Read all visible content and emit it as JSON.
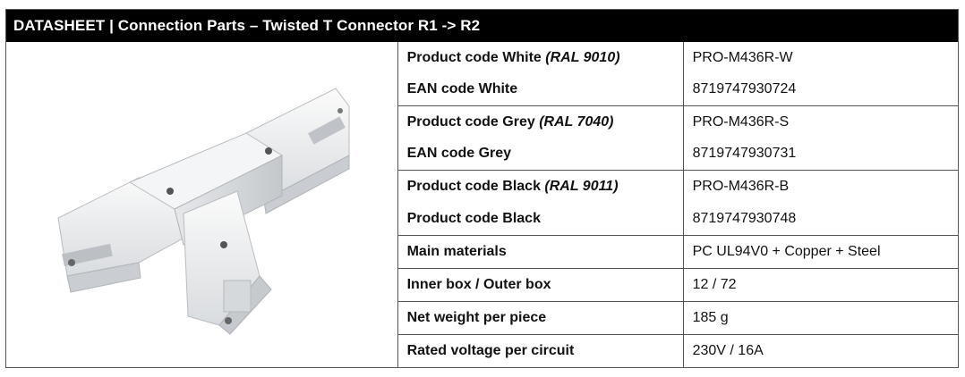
{
  "header": {
    "title": "DATASHEET | Connection Parts – Twisted T Connector R1 -> R2"
  },
  "image": {
    "alt_icon": "t-connector-product-photo"
  },
  "rows": [
    {
      "label": "Product code White ",
      "ral": "(RAL 9010)",
      "value": "PRO-M436R-W"
    },
    {
      "label": "EAN code White",
      "ral": "",
      "value": "8719747930724"
    },
    {
      "label": "Product code Grey ",
      "ral": "(RAL 7040)",
      "value": "PRO-M436R-S"
    },
    {
      "label": "EAN code Grey",
      "ral": "",
      "value": "8719747930731"
    },
    {
      "label": "Product code Black ",
      "ral": "(RAL 9011)",
      "value": "PRO-M436R-B"
    },
    {
      "label": "Product code Black",
      "ral": "",
      "value": "8719747930748"
    },
    {
      "label": "Main materials",
      "ral": "",
      "value": "PC UL94V0 + Copper + Steel"
    },
    {
      "label": "Inner box / Outer box",
      "ral": "",
      "value": "12 / 72"
    },
    {
      "label": "Net weight per piece",
      "ral": "",
      "value": "185 g"
    },
    {
      "label": "Rated voltage per circuit",
      "ral": "",
      "value": "230V / 16A"
    }
  ]
}
